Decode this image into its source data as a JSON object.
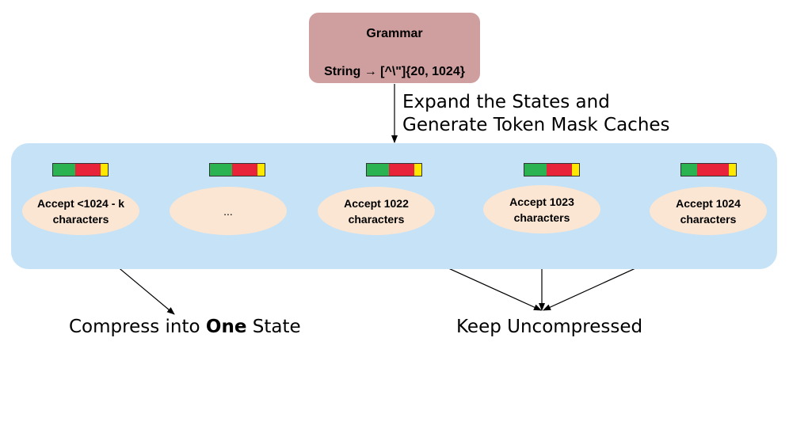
{
  "grammar": {
    "title": "Grammar",
    "rule": "String → [^\\\"]{20,  1024}"
  },
  "step": {
    "line1": "Expand the States and",
    "line2": "Generate Token Mask Caches"
  },
  "colors": {
    "grammar_box": "#cf9e9e",
    "state_panel": "#c6e2f6",
    "state_node": "#fbe6d3",
    "mask_green": "#2ab350",
    "mask_red": "#e8243a",
    "mask_yellow": "#ffe800"
  },
  "states": [
    {
      "line1": "Accept <1024 - k",
      "line2": "characters"
    },
    {
      "line1": "...",
      "line2": ""
    },
    {
      "line1": "Accept 1022",
      "line2": "characters"
    },
    {
      "line1": "Accept 1023",
      "line2": "characters"
    },
    {
      "line1": "Accept 1024",
      "line2": "characters"
    }
  ],
  "outcomes": {
    "compress_prefix": "Compress into ",
    "compress_bold": "One",
    "compress_suffix": " State",
    "keep": "Keep Uncompressed"
  }
}
